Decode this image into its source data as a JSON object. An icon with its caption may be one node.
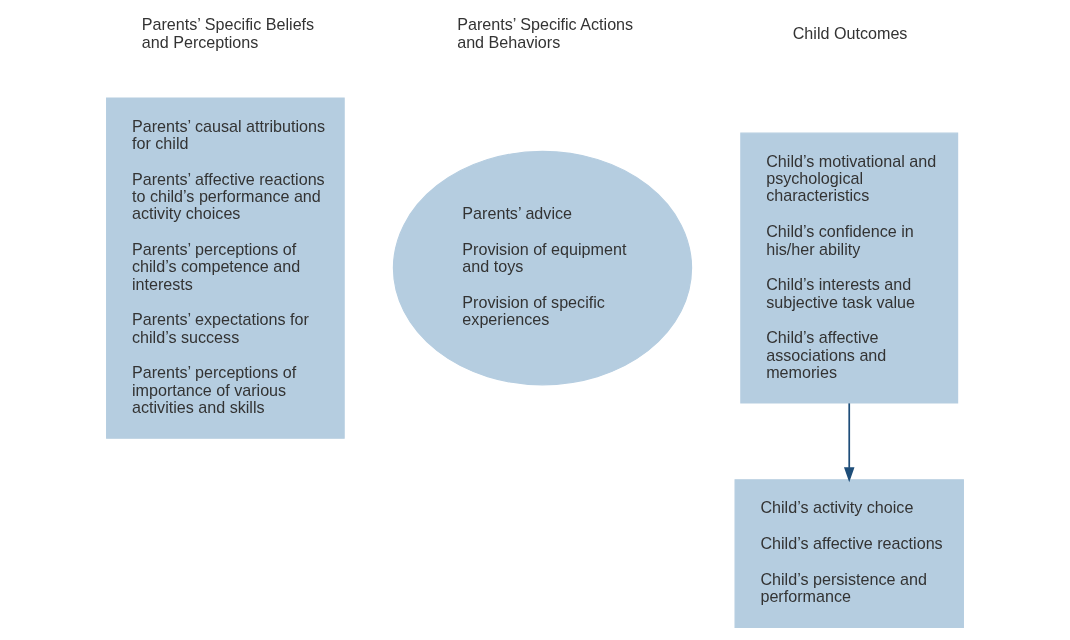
{
  "diagram": {
    "nodes": [
      {
        "text": [
          "Parents’ causal attributions for child",
          "Parents’ affective reactions to child’s performance and activity choices",
          "Parents’ perceptions of child’s competence and interests",
          "Parents’ expectations for child’s success",
          "Parents’ perceptions of importance of various activities and skills"
        ]
      },
      {
        "text": [
          "Parents’ advice",
          "Provision of equipment and toys",
          "Provision of specific experiences"
        ]
      },
      {
        "text": [
          "Child’s motivational and psychological characteristics",
          "Child’s confidence in his/her ability",
          "Child’s interests and subjective task value",
          "Child’s affective associations and memories"
        ]
      },
      {
        "text": [
          "Child’s activity choice",
          "Child’s affective reactions",
          "Child’s persistence and performance"
        ]
      }
    ],
    "edges": [
      {
        "from": 2,
        "to": 3,
        "arrow": "to"
      }
    ],
    "labels": [
      "Parents’ Specific Beliefs and Perceptions",
      "Parents’ Specific Actions and Behaviors",
      "Child Outcomes"
    ]
  }
}
